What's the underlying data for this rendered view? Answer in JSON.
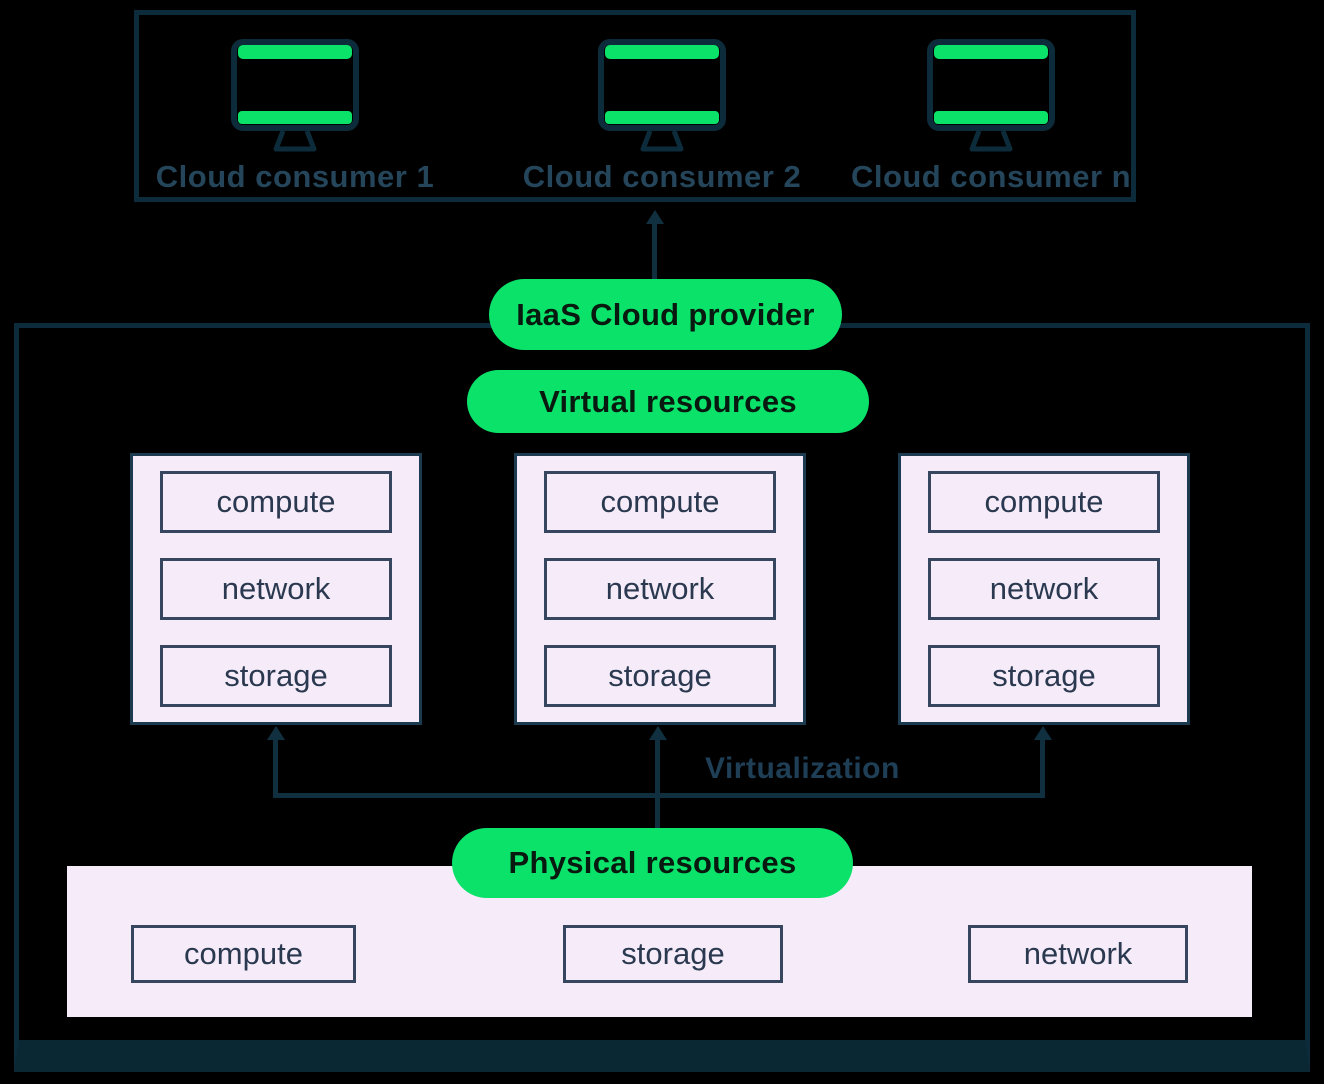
{
  "palette": {
    "accent_green": "#0be26a",
    "navy": "#0d2c3b",
    "lavender": "#f6ecf9",
    "background": "#000000"
  },
  "consumers_panel": {
    "items": [
      {
        "icon": "monitor-icon",
        "label": "Cloud consumer 1"
      },
      {
        "icon": "monitor-icon",
        "label": "Cloud consumer 2"
      },
      {
        "icon": "monitor-icon",
        "label": "Cloud consumer n"
      }
    ]
  },
  "provider_panel": {
    "label": "IaaS Cloud provider",
    "virtual_resources": {
      "label": "Virtual resources",
      "columns": [
        {
          "items": [
            "compute",
            "network",
            "storage"
          ]
        },
        {
          "items": [
            "compute",
            "network",
            "storage"
          ]
        },
        {
          "items": [
            "compute",
            "network",
            "storage"
          ]
        }
      ]
    },
    "virtualization_label": "Virtualization",
    "physical_resources": {
      "label": "Physical resources",
      "items": [
        "compute",
        "storage",
        "network"
      ]
    }
  }
}
